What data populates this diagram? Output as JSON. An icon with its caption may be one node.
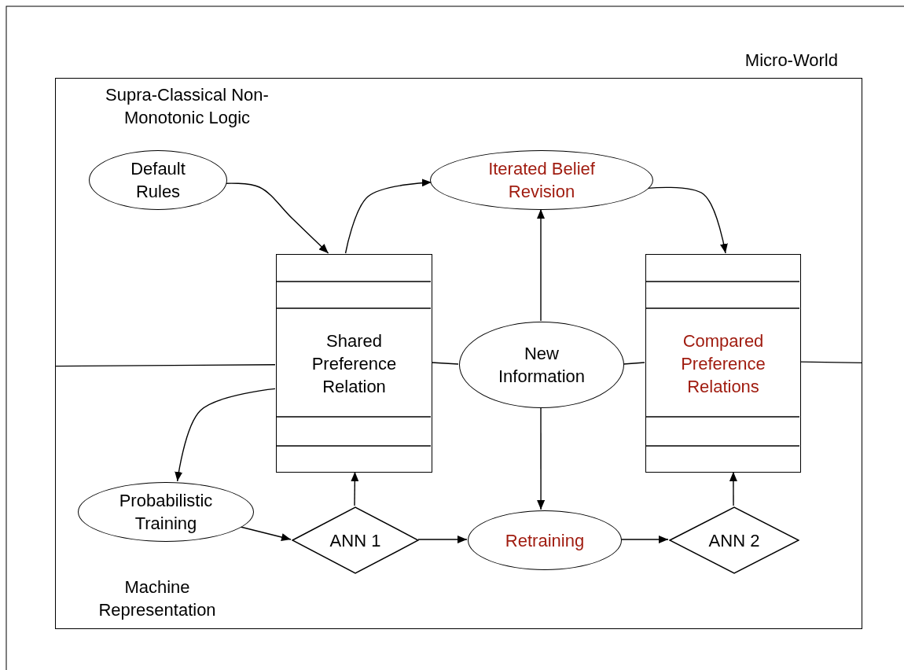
{
  "diagram": {
    "nodes": [
      {
        "text": [
          "Micro-World"
        ]
      },
      {
        "text": [
          "Default Rules"
        ],
        "in": 0
      },
      {
        "text": [
          "Iterated Belief Revision"
        ],
        "in": 0
      },
      {
        "text": [
          "Shared Preference Relation"
        ],
        "in": 0
      },
      {
        "text": [
          "New Information"
        ],
        "in": 0
      },
      {
        "text": [
          "Compared Preference Relations"
        ],
        "in": 0
      },
      {
        "text": [
          "Probabilistic Training"
        ],
        "in": 0
      },
      {
        "text": [
          "ANN 1"
        ],
        "in": 0
      },
      {
        "text": [
          "Retraining"
        ],
        "in": 0
      },
      {
        "text": [
          "ANN 2"
        ],
        "in": 0
      }
    ],
    "edges": [
      {
        "from": 1,
        "to": 3,
        "arrow": "to"
      },
      {
        "from": 3,
        "to": 2,
        "arrow": "to"
      },
      {
        "from": 2,
        "to": 5,
        "arrow": "to"
      },
      {
        "from": 4,
        "to": 2,
        "arrow": "to"
      },
      {
        "from": 4,
        "to": 8,
        "arrow": "to"
      },
      {
        "from": 3,
        "to": 6,
        "arrow": "to"
      },
      {
        "from": 6,
        "to": 7,
        "arrow": "to"
      },
      {
        "from": 7,
        "to": 3,
        "arrow": "to"
      },
      {
        "from": 7,
        "to": 8,
        "arrow": "to"
      },
      {
        "from": 8,
        "to": 9,
        "arrow": "to"
      },
      {
        "from": 9,
        "to": 5,
        "arrow": "to"
      },
      {
        "from": 3,
        "to": 4,
        "arrow": "none"
      },
      {
        "from": 4,
        "to": 5,
        "arrow": "none"
      },
      {
        "from": 0,
        "to": 3,
        "arrow": "none"
      },
      {
        "from": 5,
        "to": 0,
        "arrow": "none"
      }
    ],
    "labels": [
      "Supra-Classical Non-Monotonic Logic",
      "Machine Representation"
    ]
  }
}
